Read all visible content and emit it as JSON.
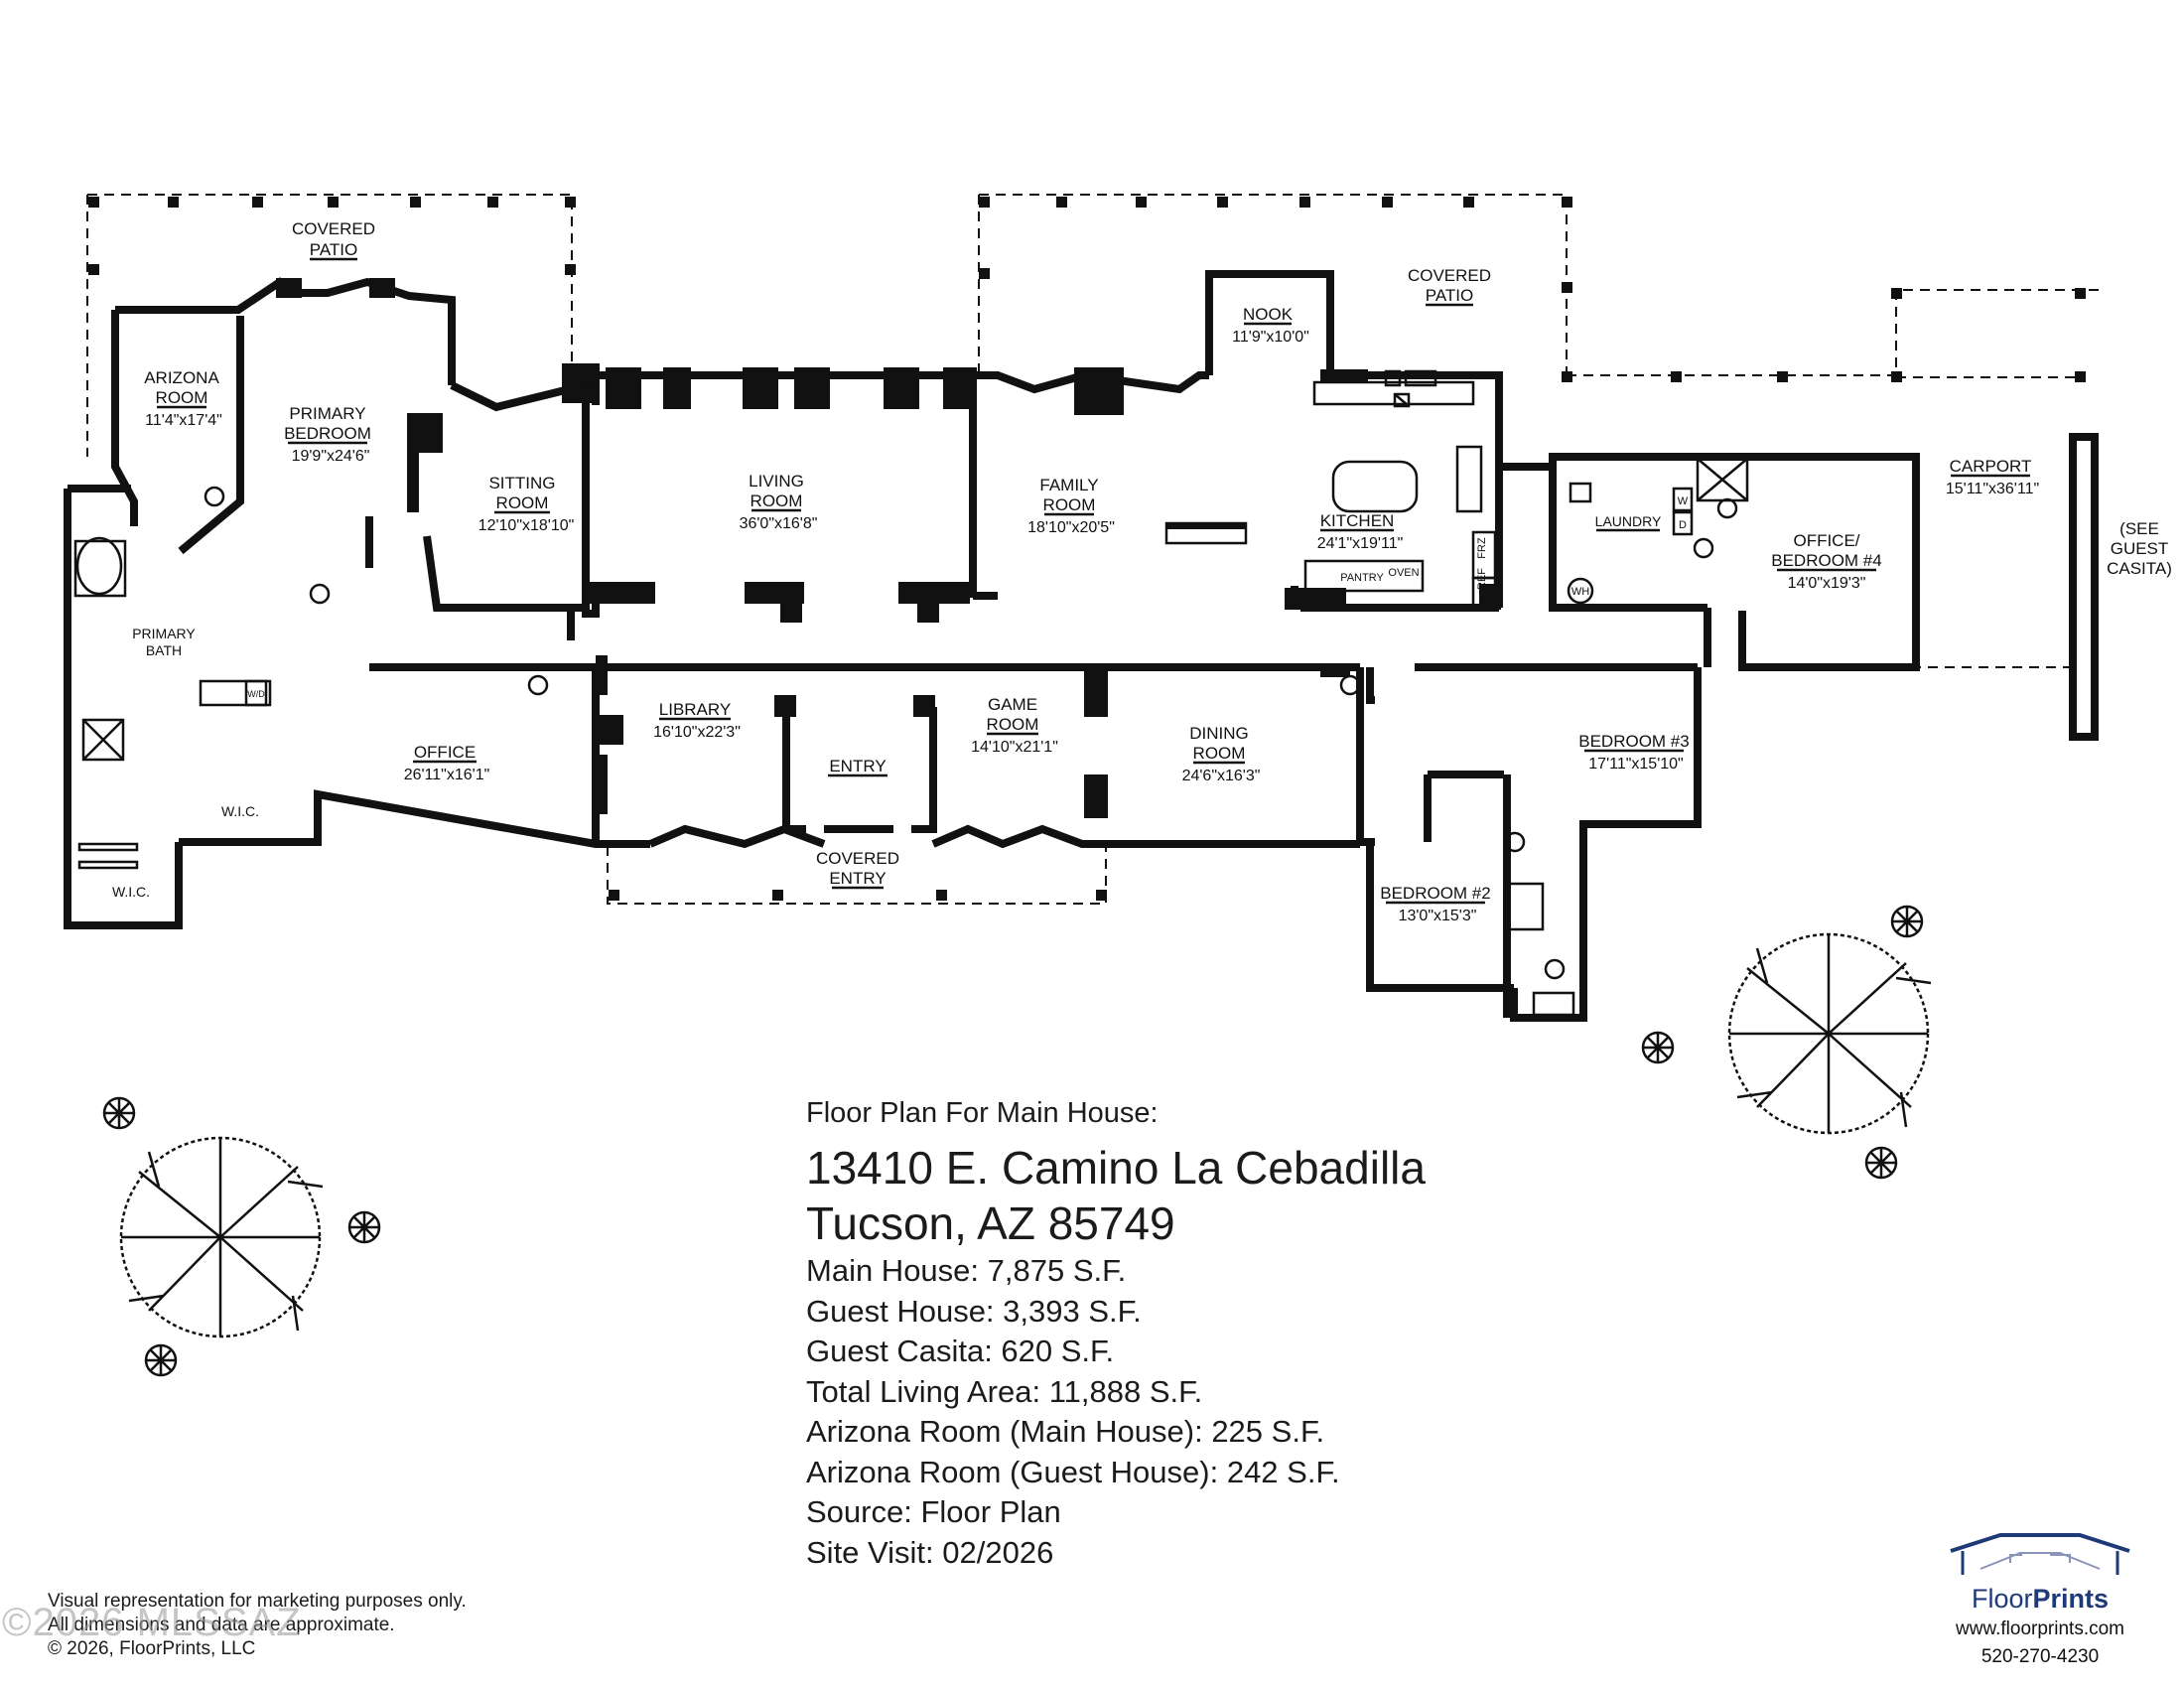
{
  "rooms": {
    "covered_patio_left": {
      "line1": "COVERED",
      "line2": "PATIO"
    },
    "arizona_room": {
      "line1": "ARIZONA",
      "line2": "ROOM",
      "dims": "11'4\"x17'4\""
    },
    "primary_bedroom": {
      "line1": "PRIMARY",
      "line2": "BEDROOM",
      "dims": "19'9\"x24'6\""
    },
    "sitting_room": {
      "line1": "SITTING",
      "line2": "ROOM",
      "dims": "12'10\"x18'10\""
    },
    "living_room": {
      "line1": "LIVING",
      "line2": "ROOM",
      "dims": "36'0\"x16'8\""
    },
    "family_room": {
      "line1": "FAMILY",
      "line2": "ROOM",
      "dims": "18'10\"x20'5\""
    },
    "nook": {
      "line1": "NOOK",
      "dims": "11'9\"x10'0\""
    },
    "covered_patio_right": {
      "line1": "COVERED",
      "line2": "PATIO"
    },
    "kitchen": {
      "line1": "KITCHEN",
      "dims": "24'1\"x19'11\""
    },
    "laundry": {
      "line1": "LAUNDRY"
    },
    "office_bedroom4": {
      "line1": "OFFICE/",
      "line2": "BEDROOM #4",
      "dims": "14'0\"x19'3\""
    },
    "carport": {
      "line1": "CARPORT",
      "dims": "15'11\"x36'11\""
    },
    "see_guest_casita": {
      "line1": "(SEE",
      "line2": "GUEST",
      "line3": "CASITA)"
    },
    "primary_bath": {
      "line1": "PRIMARY",
      "line2": "BATH"
    },
    "wic_1": {
      "line1": "W.I.C."
    },
    "wic_2": {
      "line1": "W.I.C."
    },
    "office": {
      "line1": "OFFICE",
      "dims": "26'11\"x16'1\""
    },
    "library": {
      "line1": "LIBRARY",
      "dims": "16'10\"x22'3\""
    },
    "entry": {
      "line1": "ENTRY"
    },
    "game_room": {
      "line1": "GAME",
      "line2": "ROOM",
      "dims": "14'10\"x21'1\""
    },
    "covered_entry": {
      "line1": "COVERED",
      "line2": "ENTRY"
    },
    "dining_room": {
      "line1": "DINING",
      "line2": "ROOM",
      "dims": "24'6\"x16'3\""
    },
    "bedroom3": {
      "line1": "BEDROOM #3",
      "dims": "17'11\"x15'10\""
    },
    "bedroom2": {
      "line1": "BEDROOM #2",
      "dims": "13'0\"x15'3\""
    }
  },
  "fixtures": {
    "wh": "WH",
    "wh2": "WH",
    "pantry": "PANTRY",
    "oven": "OVEN",
    "ref": "REF",
    "frz": "FRZ",
    "w": "W",
    "d": "D",
    "wd": "W/D"
  },
  "info": {
    "intro": "Floor Plan For Main House:",
    "address_line1": "13410 E. Camino La Cebadilla",
    "address_line2": "Tucson, AZ  85749",
    "lines": [
      "Main House:  7,875 S.F.",
      "Guest House:  3,393 S.F.",
      "Guest Casita:  620 S.F.",
      "Total Living Area:  11,888 S.F.",
      "Arizona Room (Main House):  225 S.F.",
      "Arizona Room (Guest House):  242 S.F.",
      "Source:  Floor Plan",
      "Site Visit:  02/2026"
    ]
  },
  "disclaimer": {
    "line1": "Visual representation for marketing purposes only.",
    "line2": "All dimensions and data are approximate.",
    "line3": "© 2026, FloorPrints, LLC"
  },
  "watermark": "©2026 MLSSAZ",
  "brand": {
    "name_part1": "Floor",
    "name_part2": "Prints",
    "url": "www.floorprints.com",
    "phone": "520-270-4230",
    "color": "#1f3a78"
  }
}
